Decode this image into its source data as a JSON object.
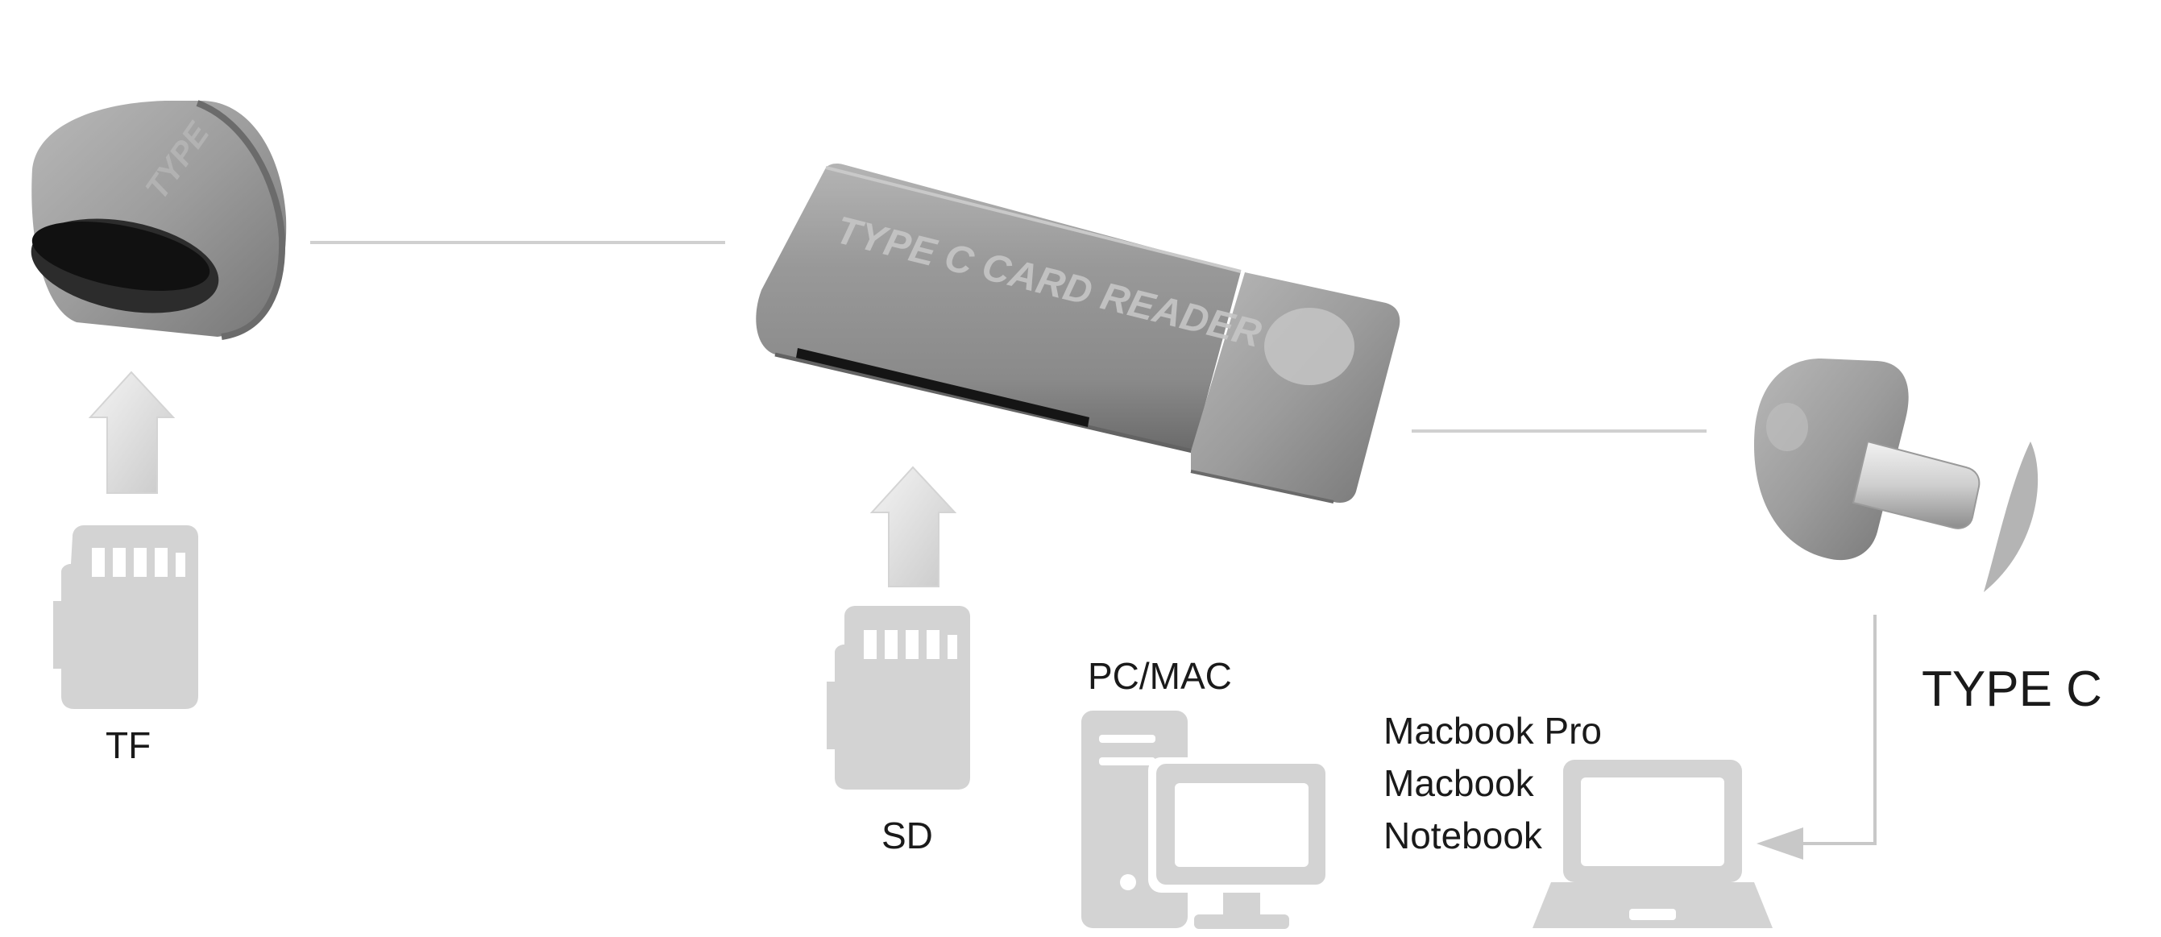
{
  "labels": {
    "tf": "TF",
    "sd": "SD",
    "pc_mac": "PC/MAC",
    "laptop_lines": [
      "Macbook Pro",
      "Macbook",
      "Notebook"
    ],
    "type_c": "TYPE C"
  },
  "device_print": {
    "reader_text": "TYPE C CARD READER",
    "cap_text": "TYPE"
  },
  "colors": {
    "metal_light": "#a3a3a3",
    "metal_dark": "#5c5c5c",
    "icon_gray": "#d3d3d3",
    "line_gray": "#cfcfcf",
    "text": "#1a1a1a"
  },
  "icons": {
    "arrows": [
      "up-arrow-icon",
      "up-arrow-icon"
    ],
    "cards": [
      "microsd-card-icon",
      "microsd-card-icon"
    ],
    "computers": [
      "desktop-computer-icon",
      "laptop-icon"
    ]
  }
}
